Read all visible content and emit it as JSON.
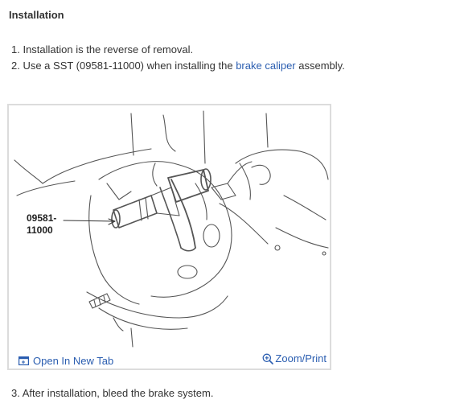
{
  "section": {
    "heading": "Installation"
  },
  "steps": [
    {
      "text": "1. Installation is the reverse of removal."
    },
    {
      "prefix": "2. Use a SST (09581-11000) when installing the ",
      "link": "brake caliper",
      "suffix": " assembly."
    }
  ],
  "figure": {
    "callout_line1": "09581-",
    "callout_line2": "11000",
    "open_tab_label": "Open In New Tab",
    "zoom_print_label": "Zoom/Print",
    "icons": {
      "open_tab": "external-window-icon",
      "zoom": "magnifier-plus-icon"
    }
  },
  "after": {
    "text": "3. After installation, bleed the brake system."
  },
  "colors": {
    "link": "#2a5db0",
    "text": "#333333",
    "figure_border": "#dcdcdc"
  }
}
